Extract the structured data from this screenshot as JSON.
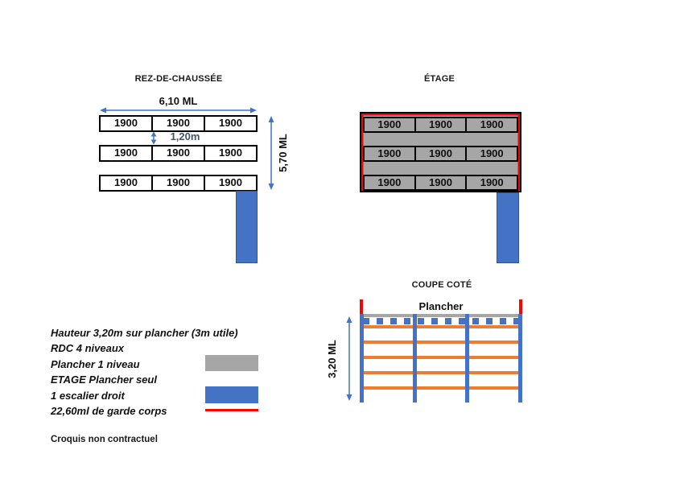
{
  "colors": {
    "accent_blue": "#4472C4",
    "fill_gray": "#A6A6A6",
    "beam_orange": "#ED7D31",
    "guard_red": "#FF0000",
    "dim_text_blue": "#44546A"
  },
  "rdc": {
    "title": "REZ-DE-CHAUSSÉE",
    "dim_width": "6,10 ML",
    "dim_height": "5,70 ML",
    "dim_gap": "1,20m",
    "rows": [
      [
        "1900",
        "1900",
        "1900"
      ],
      [
        "1900",
        "1900",
        "1900"
      ],
      [
        "1900",
        "1900",
        "1900"
      ]
    ]
  },
  "etage": {
    "title": "ÉTAGE",
    "rows": [
      [
        "1900",
        "1900",
        "1900"
      ],
      [
        "1900",
        "1900",
        "1900"
      ],
      [
        "1900",
        "1900",
        "1900"
      ]
    ]
  },
  "coupe": {
    "title": "COUPE COTÉ",
    "plancher": "Plancher",
    "dim_height": "3,20 ML"
  },
  "legend": {
    "lines": [
      {
        "text": "Hauteur 3,20m sur plancher (3m utile)",
        "swatch": "none"
      },
      {
        "text": "RDC 4 niveaux",
        "swatch": "none"
      },
      {
        "text": "Plancher 1 niveau",
        "swatch": "gray"
      },
      {
        "text": "ETAGE Plancher seul",
        "swatch": "none"
      },
      {
        "text": "1 escalier droit",
        "swatch": "blue"
      },
      {
        "text": "22,60ml de garde corps",
        "swatch": "red-line"
      }
    ],
    "footnote": "Croquis non contractuel"
  }
}
